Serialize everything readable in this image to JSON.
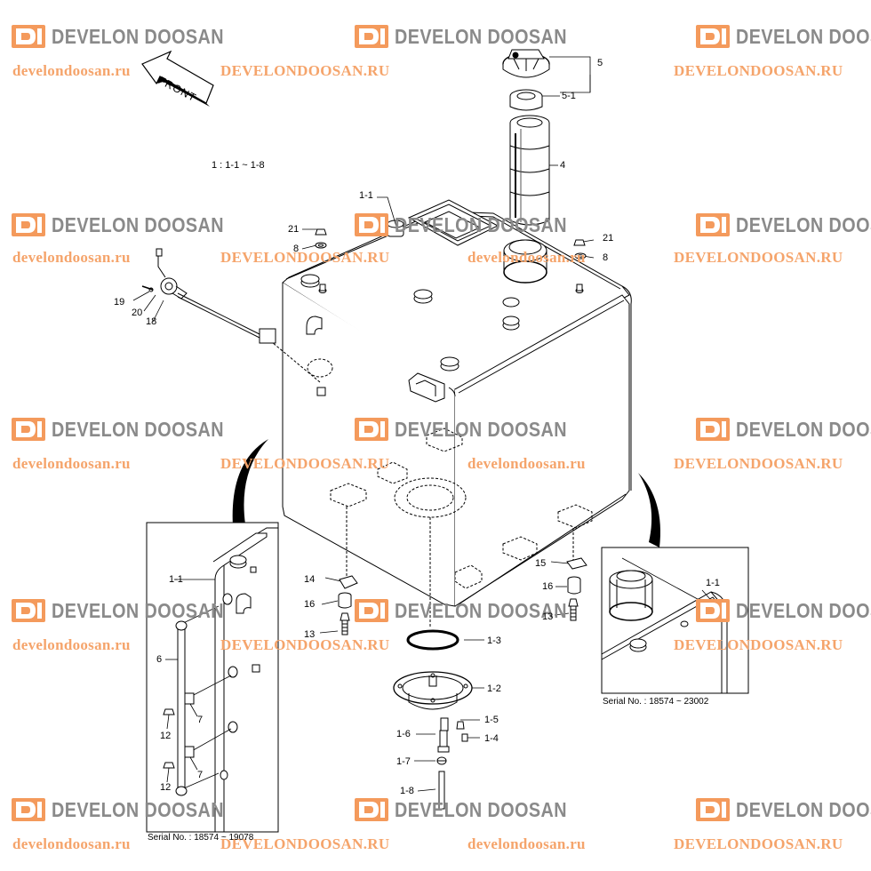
{
  "watermark": {
    "brand": "DEVELON DOOSAN",
    "url_upper": "DEVELONDOOSAN.RU",
    "url_lower": "develondoosan.ru"
  },
  "diagram": {
    "front_label": "FRONT",
    "scale_note": "1 : 1-1 ~ 1-8",
    "callouts": {
      "c5": "5",
      "c5_1": "5-1",
      "c4": "4",
      "c1_1_top": "1-1",
      "c21_left": "21",
      "c8_left": "8",
      "c21_right": "21",
      "c8_right": "8",
      "c19": "19",
      "c20": "20",
      "c18": "18",
      "c14": "14",
      "c16_left": "16",
      "c13_left": "13",
      "c15": "15",
      "c16_right": "16",
      "c13_right": "13",
      "c1_3": "1-3",
      "c1_2": "1-2",
      "c1_5": "1-5",
      "c1_6": "1-6",
      "c1_4": "1-4",
      "c1_7": "1-7",
      "c1_8": "1-8",
      "inset_left_1_1": "1-1",
      "c6": "6",
      "c7_upper": "7",
      "c12_upper": "12",
      "c7_lower": "7",
      "c12_lower": "12",
      "inset_right_1_1": "1-1"
    },
    "serial_left": "Serial No. : 18574 ~ 19078",
    "serial_right": "Serial No. : 18574 ~ 23002"
  }
}
